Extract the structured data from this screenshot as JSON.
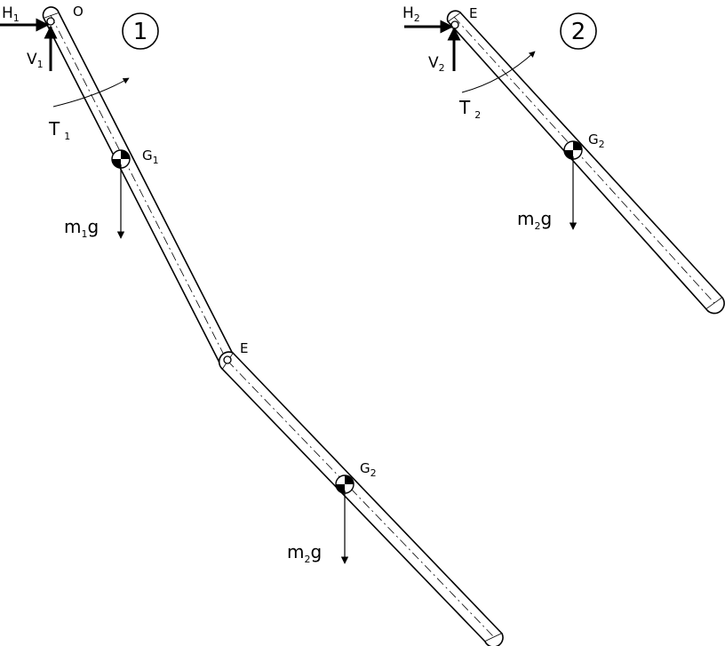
{
  "background": "#ffffff",
  "ink": "#000000",
  "diagram1": {
    "badge": "1",
    "pivot_label": "O",
    "joint_label": "E",
    "h_force": {
      "main": "H",
      "sub": "1"
    },
    "v_force": {
      "main": "V",
      "sub": "1"
    },
    "torque": {
      "main": "T",
      "sub": "1"
    },
    "g1": {
      "main": "G",
      "sub": "1"
    },
    "g2": {
      "main": "G",
      "sub": "2"
    },
    "w1": {
      "pre": "m",
      "sub": "1",
      "post": "g"
    },
    "w2": {
      "pre": "m",
      "sub": "2",
      "post": "g"
    }
  },
  "diagram2": {
    "badge": "2",
    "pivot_label": "E",
    "h_force": {
      "main": "H",
      "sub": "2"
    },
    "v_force": {
      "main": "V",
      "sub": "2"
    },
    "torque": {
      "main": "T",
      "sub": "2"
    },
    "g2": {
      "main": "G",
      "sub": "2"
    },
    "w2": {
      "pre": "m",
      "sub": "2",
      "post": "g"
    }
  }
}
